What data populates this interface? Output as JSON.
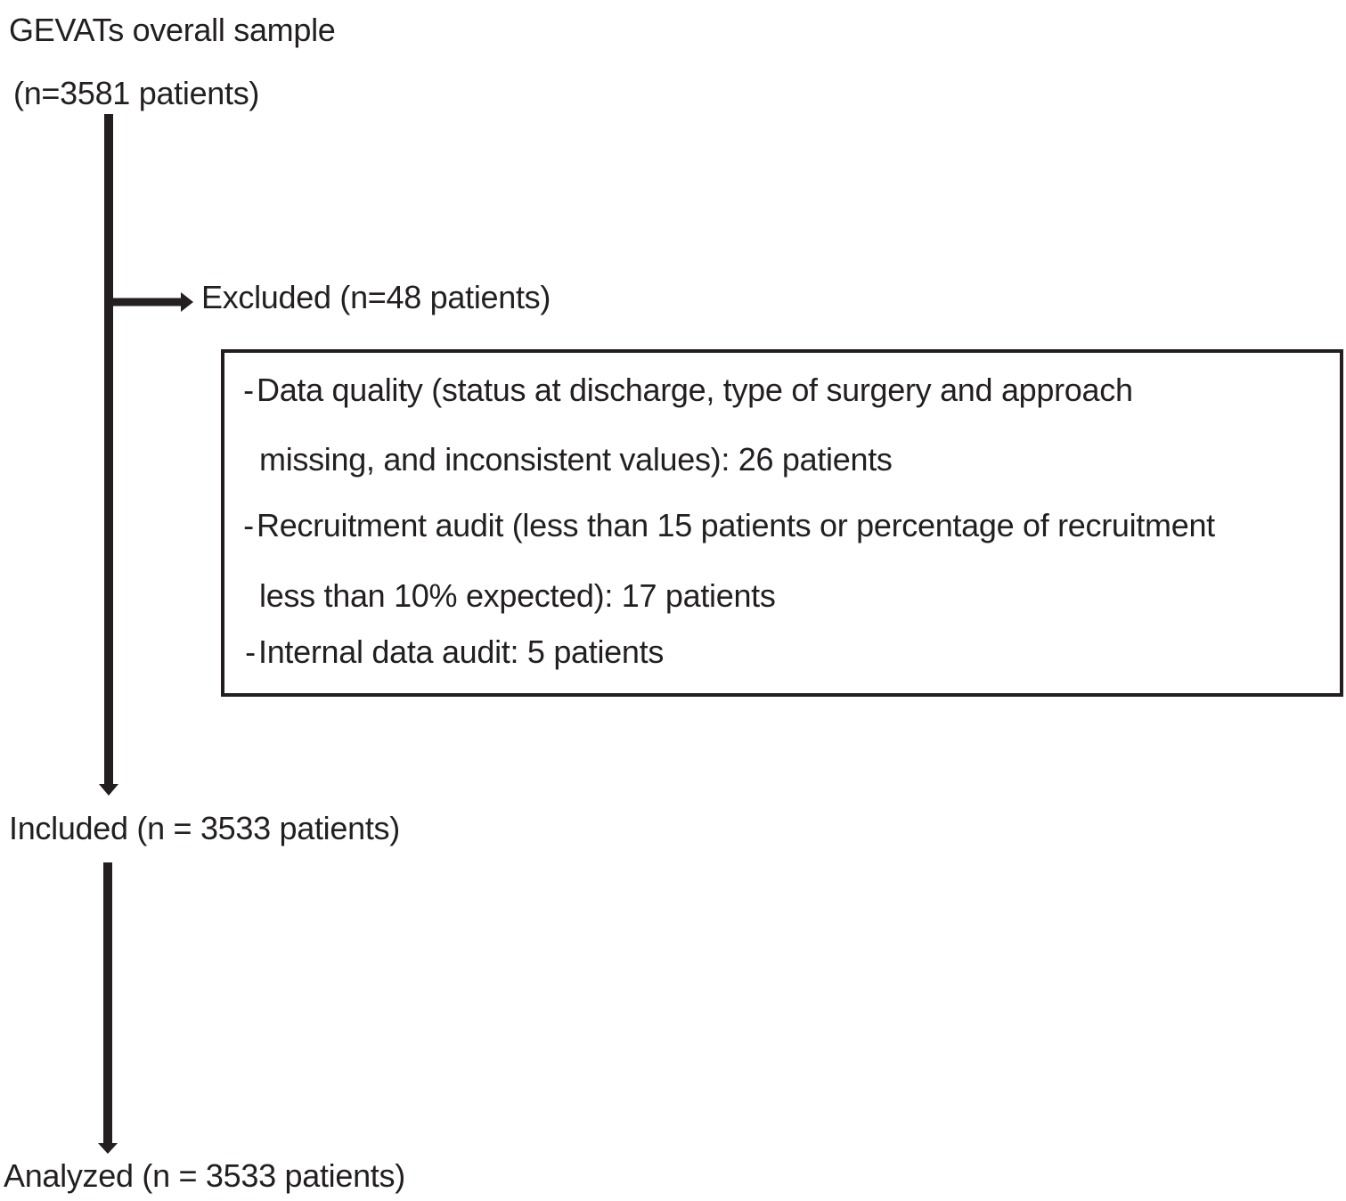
{
  "colors": {
    "ink": "#231f20",
    "background": "#ffffff"
  },
  "flow": {
    "start": {
      "title": "GEVATs overall sample",
      "count": "(n=3581 patients)"
    },
    "excluded": {
      "label": "Excluded (n=48 patients)",
      "reasons": [
        {
          "bullet": "-",
          "line1": "Data quality (status at discharge, type of surgery and approach",
          "line2": "missing, and inconsistent values): 26 patients"
        },
        {
          "bullet": "-",
          "line1": "Recruitment audit (less than 15 patients or percentage of recruitment",
          "line2": "less than 10% expected): 17 patients"
        },
        {
          "bullet": "-",
          "line1": "Internal data audit: 5 patients"
        }
      ]
    },
    "included": {
      "label": "Included (n = 3533 patients)"
    },
    "analyzed": {
      "label": "Analyzed (n = 3533 patients)"
    }
  }
}
